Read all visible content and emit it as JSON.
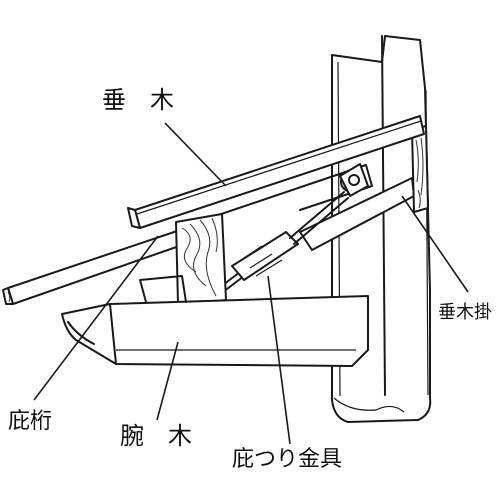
{
  "labels": {
    "taruki": "垂　木",
    "taruki_kake": "垂木掛",
    "hisashi_keta": "庇桁",
    "udegi": "腕　木",
    "hisashi_tsuri_kanagu": "庇つり金具"
  },
  "colors": {
    "ink": "#1a1a1a",
    "background": "#ffffff"
  }
}
